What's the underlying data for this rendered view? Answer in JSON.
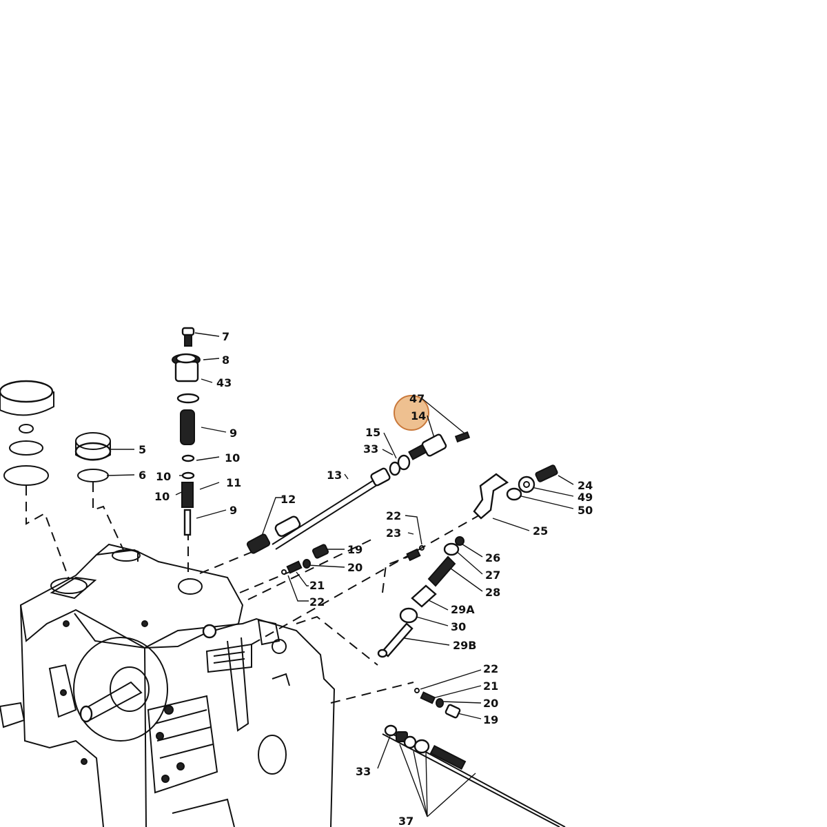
{
  "diagram": {
    "callouts": [
      {
        "id": "7",
        "label": "7"
      },
      {
        "id": "8",
        "label": "8"
      },
      {
        "id": "43",
        "label": "43"
      },
      {
        "id": "9a",
        "label": "9"
      },
      {
        "id": "10a",
        "label": "10"
      },
      {
        "id": "10b",
        "label": "10"
      },
      {
        "id": "10c",
        "label": "10"
      },
      {
        "id": "11",
        "label": "11"
      },
      {
        "id": "9b",
        "label": "9"
      },
      {
        "id": "5",
        "label": "5"
      },
      {
        "id": "6",
        "label": "6"
      },
      {
        "id": "12",
        "label": "12"
      },
      {
        "id": "13",
        "label": "13"
      },
      {
        "id": "15",
        "label": "15"
      },
      {
        "id": "33a",
        "label": "33"
      },
      {
        "id": "47",
        "label": "47"
      },
      {
        "id": "14",
        "label": "14"
      },
      {
        "id": "24",
        "label": "24"
      },
      {
        "id": "49",
        "label": "49"
      },
      {
        "id": "50",
        "label": "50"
      },
      {
        "id": "25",
        "label": "25"
      },
      {
        "id": "22a",
        "label": "22"
      },
      {
        "id": "23",
        "label": "23"
      },
      {
        "id": "19a",
        "label": "19"
      },
      {
        "id": "20a",
        "label": "20"
      },
      {
        "id": "21a",
        "label": "21"
      },
      {
        "id": "22b",
        "label": "22"
      },
      {
        "id": "26",
        "label": "26"
      },
      {
        "id": "27",
        "label": "27"
      },
      {
        "id": "28",
        "label": "28"
      },
      {
        "id": "29A",
        "label": "29A"
      },
      {
        "id": "30",
        "label": "30"
      },
      {
        "id": "29B",
        "label": "29B"
      },
      {
        "id": "22c",
        "label": "22"
      },
      {
        "id": "21b",
        "label": "21"
      },
      {
        "id": "20b",
        "label": "20"
      },
      {
        "id": "19b",
        "label": "19"
      },
      {
        "id": "33b",
        "label": "33"
      },
      {
        "id": "37",
        "label": "37"
      }
    ],
    "highlighted_callout": "14",
    "highlight_color": "#e8a765",
    "line_color": "#111111",
    "background_color": "#ffffff"
  }
}
